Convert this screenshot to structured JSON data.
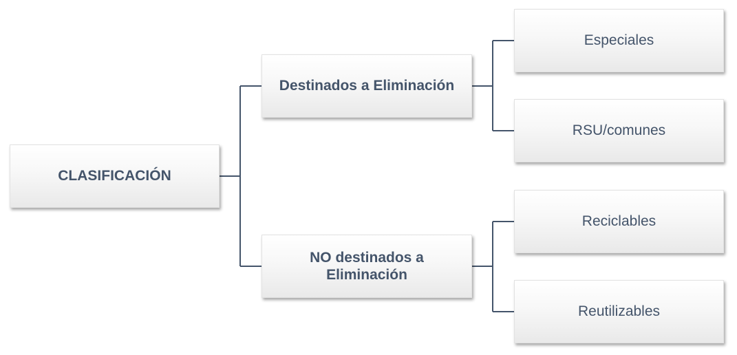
{
  "diagram": {
    "root": {
      "label": "CLASIFICACIÓN"
    },
    "branches": [
      {
        "label": "Destinados a Eliminación",
        "children": [
          {
            "label": "Especiales"
          },
          {
            "label": "RSU/comunes"
          }
        ]
      },
      {
        "label": "NO destinados a Eliminación",
        "children": [
          {
            "label": "Reciclables"
          },
          {
            "label": "Reutilizables"
          }
        ]
      }
    ]
  },
  "colors": {
    "text": "#44546a",
    "connector": "#44546a"
  }
}
